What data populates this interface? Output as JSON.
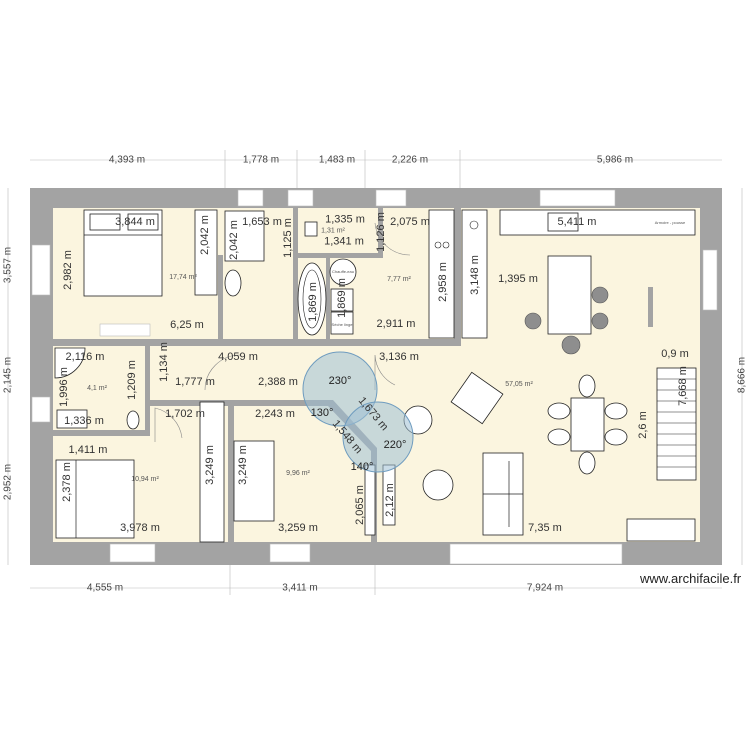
{
  "watermark": "www.archifacile.fr",
  "outer_dims": {
    "top": [
      "4,393 m",
      "1,778 m",
      "1,483 m",
      "2,226 m",
      "5,986 m"
    ],
    "bottom": [
      "4,555 m",
      "3,411 m",
      "7,924 m"
    ],
    "left": [
      "3,557 m",
      "2,145 m",
      "2,952 m"
    ],
    "right": [
      "8,666 m"
    ]
  },
  "rooms": {
    "bedroom1_area": "17,74 m²",
    "wc_area": "1,31 m²",
    "laundry_area": "7,77 m²",
    "bathroom_area": "4,1 m²",
    "bedroom2_area": "10,94 m²",
    "office_area": "9,96 m²",
    "living_area": "57,05 m²"
  },
  "labels": [
    "3,844 m",
    "2,982 m",
    "2,042 m",
    "2,042 m",
    "1,653 m",
    "1,125 m",
    "1,335 m",
    "1,341 m",
    "1,126 m",
    "2,075 m",
    "1,869 m",
    "1,869 m",
    "2,958 m",
    "3,148 m",
    "5,411 m",
    "1,395 m",
    "6,25 m",
    "2,911 m",
    "2,116 m",
    "1,209 m",
    "1,996 m",
    "1,336 m",
    "1,134 m",
    "4,059 m",
    "3,136 m",
    "1,777 m",
    "2,388 m",
    "1,702 m",
    "2,243 m",
    "1,548 m",
    "1,673 m",
    "1,411 m",
    "2,378 m",
    "3,249 m",
    "3,249 m",
    "2,065 m",
    "2,12 m",
    "3,978 m",
    "3,259 m",
    "7,35 m",
    "0,9 m",
    "7,668 m",
    "2,6 m"
  ],
  "angles": [
    "230°",
    "130°",
    "220°",
    "140°"
  ],
  "appliances": {
    "water_heater": "Chauffe-eau",
    "dryer": "Sèche linge",
    "storage": "Armoire - pousse"
  }
}
